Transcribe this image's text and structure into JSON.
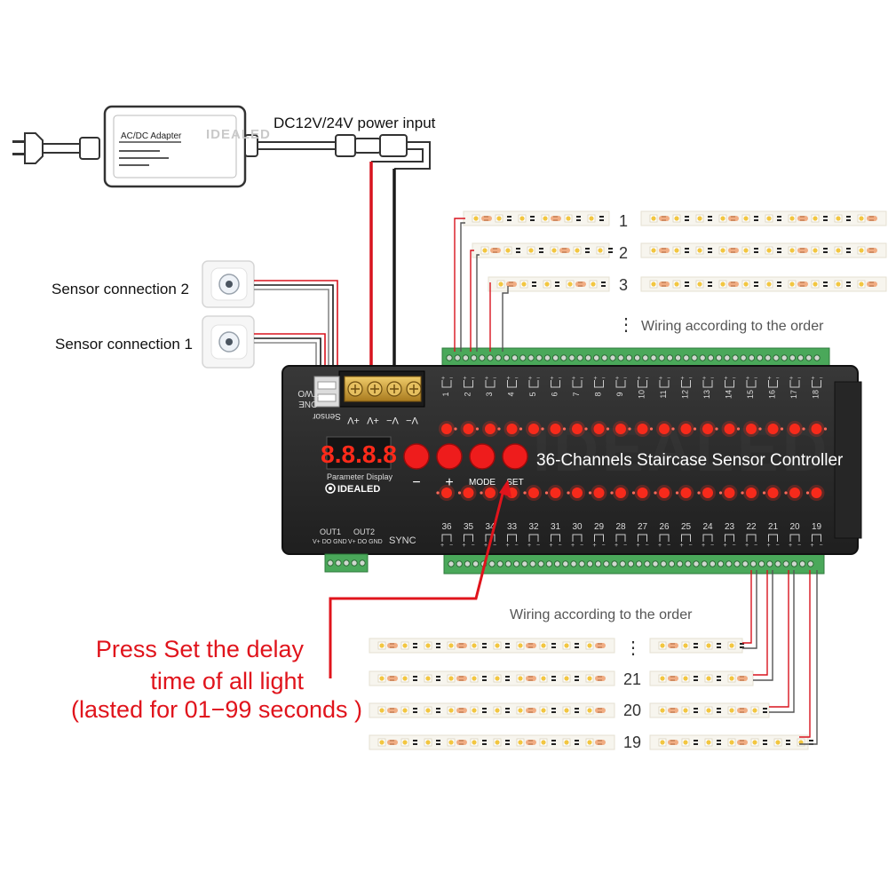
{
  "adapter": {
    "label": "AC/DC Adapter",
    "brand": "IDEALED"
  },
  "power": {
    "label": "DC12V/24V power input"
  },
  "sensors": [
    {
      "label": "Sensor connection 2"
    },
    {
      "label": "Sensor connection 1"
    }
  ],
  "controller": {
    "title": "36-Channels Staircase Sensor Controller",
    "display_value": "8.8.8.8",
    "display_caption": "Parameter Display",
    "brand": "IDEALED",
    "mode_label": "MODE",
    "set_label": "SET",
    "minus_label": "−",
    "plus_label": "+",
    "sensor_label": "Sensor",
    "two_label": "TWO",
    "one_label": "ONE",
    "terminal_labels": [
      "+V",
      "+V",
      "V−",
      "V−"
    ],
    "out1_label": "OUT1",
    "out2_label": "OUT2",
    "out_pins": "V+  DO  GND",
    "sync_label": "SYNC",
    "top_channels": [
      "1",
      "2",
      "3",
      "4",
      "5",
      "6",
      "7",
      "8",
      "9",
      "10",
      "11",
      "12",
      "13",
      "14",
      "15",
      "16",
      "17",
      "18"
    ],
    "bottom_channels": [
      "36",
      "35",
      "34",
      "33",
      "32",
      "31",
      "30",
      "29",
      "28",
      "27",
      "26",
      "25",
      "24",
      "23",
      "22",
      "21",
      "20",
      "19"
    ]
  },
  "strips_top": [
    {
      "number": "1"
    },
    {
      "number": "2"
    },
    {
      "number": "3"
    }
  ],
  "strips_bottom": [
    {
      "number": "21"
    },
    {
      "number": "20"
    },
    {
      "number": "19"
    }
  ],
  "notes": {
    "wiring_top": "Wiring according to the order",
    "wiring_bottom": "Wiring according to the order",
    "vdots": "⋮"
  },
  "instruction": {
    "line1": "Press Set the delay",
    "line2": "time of all light",
    "line3": "(lasted for 01−99 seconds )"
  },
  "colors": {
    "wire_red": "#d8141e",
    "wire_black": "#1a1a1a",
    "controller_body": "#2b2b2b",
    "terminal_green": "#4aa85a",
    "led_red": "#ff2a1a",
    "button_red": "#ee1c1c",
    "strip_bg": "#f7f5ee",
    "instruction_red": "#e0141c",
    "brass": "#d4a53a"
  }
}
